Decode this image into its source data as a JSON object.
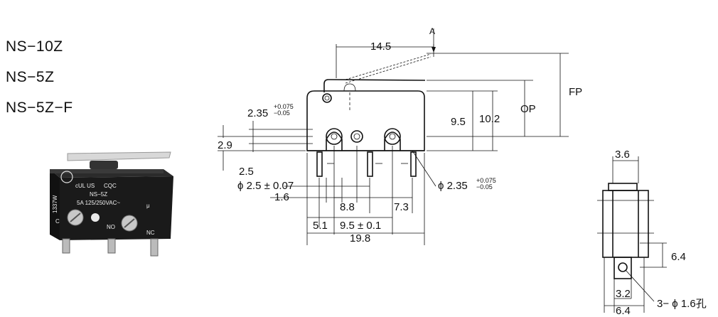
{
  "models": [
    "NS−10Z",
    "NS−5Z",
    "NS−5Z−F"
  ],
  "photo": {
    "lines": [
      "1337W",
      "NS−5Z",
      "5A 125/250VAC~",
      "μ"
    ],
    "terminals": [
      "C",
      "NO",
      "NC"
    ],
    "marks": [
      "cUL US",
      "CQC"
    ]
  },
  "dims": {
    "a": "A",
    "d145": "14.5",
    "fp": "FP",
    "op": "OP",
    "d102": "10.2",
    "d95": "9.5",
    "d235_main": "2.35",
    "d235_tol_up": "+0.075",
    "d235_tol_dn": "−0.05",
    "d29": "2.9",
    "d25": "2.5",
    "phi25": "ϕ 2.5 ± 0.07",
    "d16": "1.6",
    "d88": "8.8",
    "d73": "7.3",
    "phi235_main": "ϕ 2.35",
    "phi235_tol_up": "+0.075",
    "phi235_tol_dn": "−0.05",
    "d51": "5.1",
    "d95b": "9.5 ± 0.1",
    "d198": "19.8",
    "d36": "3.6",
    "d64a": "6.4",
    "d32": "3.2",
    "d64b": "6.4",
    "holes": "3− ϕ 1.6孔"
  }
}
